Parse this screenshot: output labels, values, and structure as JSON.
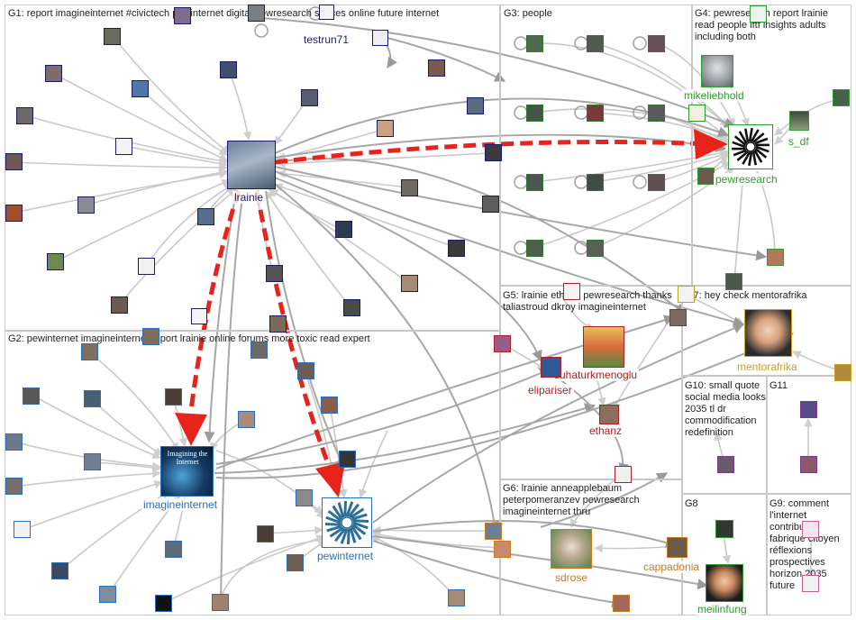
{
  "groups": [
    {
      "id": "G1",
      "label": "G1: report imagineinternet #civictech pewinternet digital pewresearch spaces online future internet"
    },
    {
      "id": "G2",
      "label": "G2: pewinternet imagineinternet report lrainie online forums more toxic read expert"
    },
    {
      "id": "G3",
      "label": "G3: people"
    },
    {
      "id": "G4",
      "label": "G4: pewresearch report lrainie read people iftf insights adults including both"
    },
    {
      "id": "G5",
      "label": "G5: lrainie ethanz pewresearch thanks taliastroud dkroy imagineinternet"
    },
    {
      "id": "G6",
      "label": "G6: lrainie anneapplebaum peterpomeranzev pewresearch imagineinternet thru"
    },
    {
      "id": "G7",
      "label": "G7: hey check mentorafrika"
    },
    {
      "id": "G8",
      "label": "G8"
    },
    {
      "id": "G9",
      "label": "G9: comment l'internet contribue fabrique citoyen réflexions prospectives horizon 2035 future"
    },
    {
      "id": "G10",
      "label": "G10: small quote social media looks 2035 tl dr commodification redefinition"
    },
    {
      "id": "G11",
      "label": "G11"
    }
  ],
  "labeled_nodes": {
    "lrainie": "lrainie",
    "testrun71": "testrun71",
    "imagineinternet": "imagineinternet",
    "pewinternet": "pewinternet",
    "mikeliebhold": "mikeliebhold",
    "s_df": "s_df",
    "pewresearch": "pewresearch",
    "suhaturkmenoglu": "suhaturkmenoglu",
    "elipariser": "elipariser",
    "ethanz": "ethanz",
    "mentorafrika": "mentorafrika",
    "sdrose": "sdrose",
    "cappadonia": "cappadonia",
    "meilinfung": "meilinfung"
  },
  "imagine_logo_text": "Imagining the Internet",
  "colors": {
    "g1": "#1b1b6b",
    "g2": "#2a6fb5",
    "g4": "#2d9b2d",
    "g5": "#b02020",
    "g6": "#c87a20",
    "g7": "#c8a020",
    "strong_edge": "#e8231c",
    "edge": "#9a9a9a"
  }
}
